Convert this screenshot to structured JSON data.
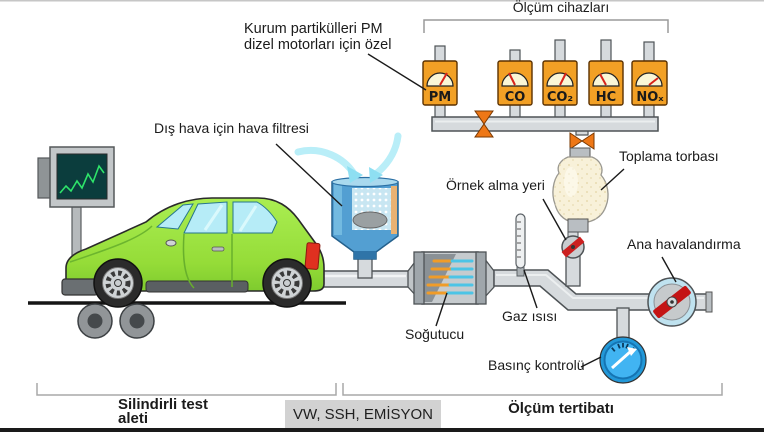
{
  "notes": {
    "soot_line1": "Kurum partikülleri PM",
    "soot_line2": "dizel motorları için özel"
  },
  "labels": {
    "devices_title": "Ölçüm cihazları",
    "air_filter": "Dış hava için hava filtresi",
    "collection_bag": "Toplama torbası",
    "sampling_point": "Örnek alma yeri",
    "main_ventilation": "Ana havalandırma",
    "gas_temperature": "Gaz ısısı",
    "pressure_control": "Basınç kontrolü",
    "cooler": "Soğutucu"
  },
  "devices": [
    {
      "label": "PM"
    },
    {
      "label": "CO"
    },
    {
      "label": "CO₂"
    },
    {
      "label": "HC"
    },
    {
      "label": "NOₓ"
    }
  ],
  "captions": {
    "test_line1": "Silindirli test",
    "test_line2": "aleti",
    "center_box": "VW, SSH, EMİSYON",
    "right": "Ölçüm tertibatı"
  },
  "colors": {
    "device_orange": "#f2a025",
    "valve_orange": "#ee7716",
    "car_green": "#9ade3c",
    "gauge_blue": "#2fa8ec",
    "fan_blade_red": "#c41414",
    "bag_cream": "#f8f1d9",
    "pipe_grey": "#d6dadd",
    "screen_green": "#2ee46a"
  }
}
